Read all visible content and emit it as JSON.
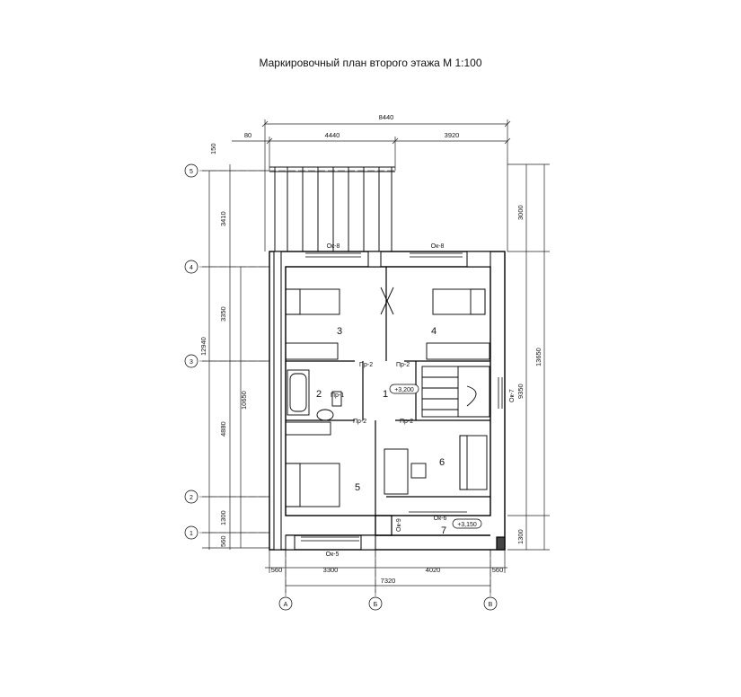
{
  "title": "Маркировочный  план  второго этажа  М 1:100",
  "dims_top": {
    "overall": "8440",
    "offset": "80",
    "left": "4440",
    "right": "3920"
  },
  "dims_left": {
    "top": "150",
    "d1": "3410",
    "d2": "3350",
    "d3": "4880",
    "d4": "1300",
    "d5": "560",
    "mid": "10650",
    "overall": "12940"
  },
  "dims_right": {
    "top": "3000",
    "mid": "9350",
    "overall": "13650",
    "bottom": "1300"
  },
  "dims_bottom": {
    "a": "560",
    "b": "3300",
    "c": "4020",
    "d": "560",
    "overall": "7320"
  },
  "axes_rows": [
    "5",
    "4",
    "3",
    "2",
    "1"
  ],
  "axes_cols": [
    "А",
    "Б",
    "В"
  ],
  "rooms": [
    "1",
    "2",
    "3",
    "4",
    "5",
    "6",
    "7"
  ],
  "window_marks": {
    "ok8_left": "Ок-8",
    "ok8_right": "Ок-8",
    "ok7": "Ок-7",
    "ok6": "Ок-6",
    "ok5": "Ок-5",
    "ok9": "Ок-9"
  },
  "door_marks": {
    "pr2_a": "Пр-2",
    "pr2_b": "Пр-2",
    "pr1": "Пр-1",
    "pr2_c": "Пр-2",
    "pr2_d": "Пр-2"
  },
  "levels": {
    "floor": "+3,200",
    "terrace": "+3,150"
  }
}
